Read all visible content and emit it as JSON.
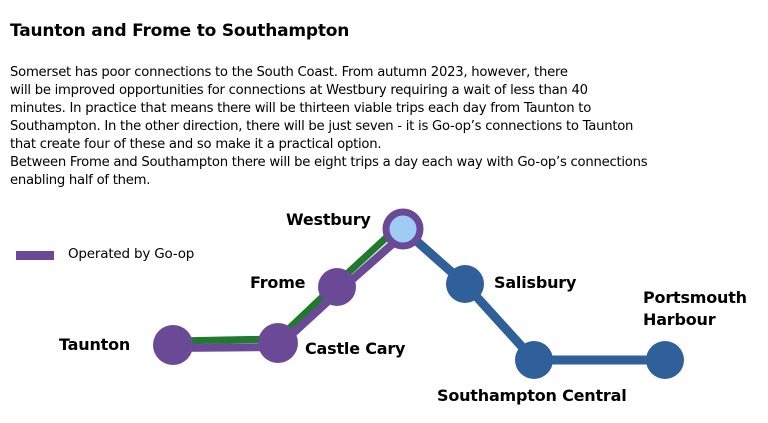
{
  "title": "Taunton and Frome to Southampton",
  "body_lines": [
    "Somerset has poor connections to the South Coast. From autumn 2023, however, there",
    "will be improved opportunities for connections at Westbury requiring a wait of less than 40",
    "minutes. In practice that means there will be thirteen viable trips each day from Taunton to",
    "Southampton. In the other direction, there will be just seven - it is Go-op’s connections to Taunton",
    "that create four of these and so make it a practical option.",
    "Between Frome and Southampton there will be eight trips a day each way with Go-op’s connections",
    "enabling half of them."
  ],
  "legend": {
    "label": "Operated by Go-op",
    "color": "#6a4a96"
  },
  "colors": {
    "goop": "#6a4a96",
    "green": "#1f7a2e",
    "blue": "#2f6099",
    "interchange_fill": "#9fccf5"
  },
  "stations": {
    "taunton": "Taunton",
    "castle_cary": "Castle Cary",
    "frome": "Frome",
    "westbury": "Westbury",
    "salisbury": "Salisbury",
    "southampton": "Southampton Central",
    "portsmouth_1": "Portsmouth",
    "portsmouth_2": "Harbour"
  }
}
